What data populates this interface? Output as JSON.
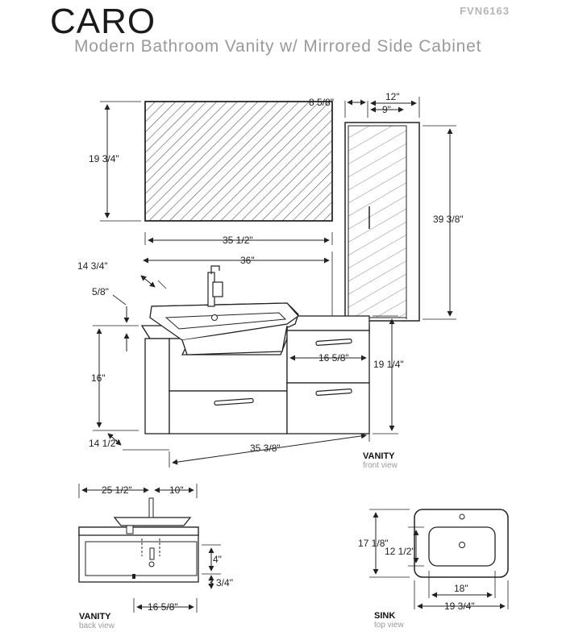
{
  "header": {
    "brand": "CARO",
    "model_code": "FVN6163",
    "subtitle": "Modern Bathroom Vanity w/ Mirrored Side Cabinet"
  },
  "dimensions": {
    "mirror_height": "19 3/4\"",
    "mirror_width": "35 1/2\"",
    "vanity_width_top": "36\"",
    "cabinet_depth_outer": "8 5/8\"",
    "cabinet_width": "12\"",
    "cabinet_inner": "9\"",
    "cabinet_height": "39 3/8\"",
    "depth": "14 3/4\"",
    "top_thickness": "5/8\"",
    "body_height": "16\"",
    "body_depth": "14 1/2\"",
    "drawer_width": "16 5/8\"",
    "side_height": "19 1/4\"",
    "bottom_width": "35 3/8\"",
    "back_left": "25 1/2\"",
    "back_right": "10\"",
    "back_drain": "4\"",
    "back_bottom": "3 3/4\"",
    "back_drawer_width": "16 5/8\"",
    "sink_depth_outer": "17 1/8\"",
    "sink_depth_inner": "12 1/2\"",
    "sink_width_inner": "18\"",
    "sink_width_outer": "19 3/4\""
  },
  "views": {
    "front": {
      "label": "VANITY",
      "sub": "front view"
    },
    "back": {
      "label": "VANITY",
      "sub": "back view"
    },
    "sink": {
      "label": "SINK",
      "sub": "top view"
    }
  }
}
